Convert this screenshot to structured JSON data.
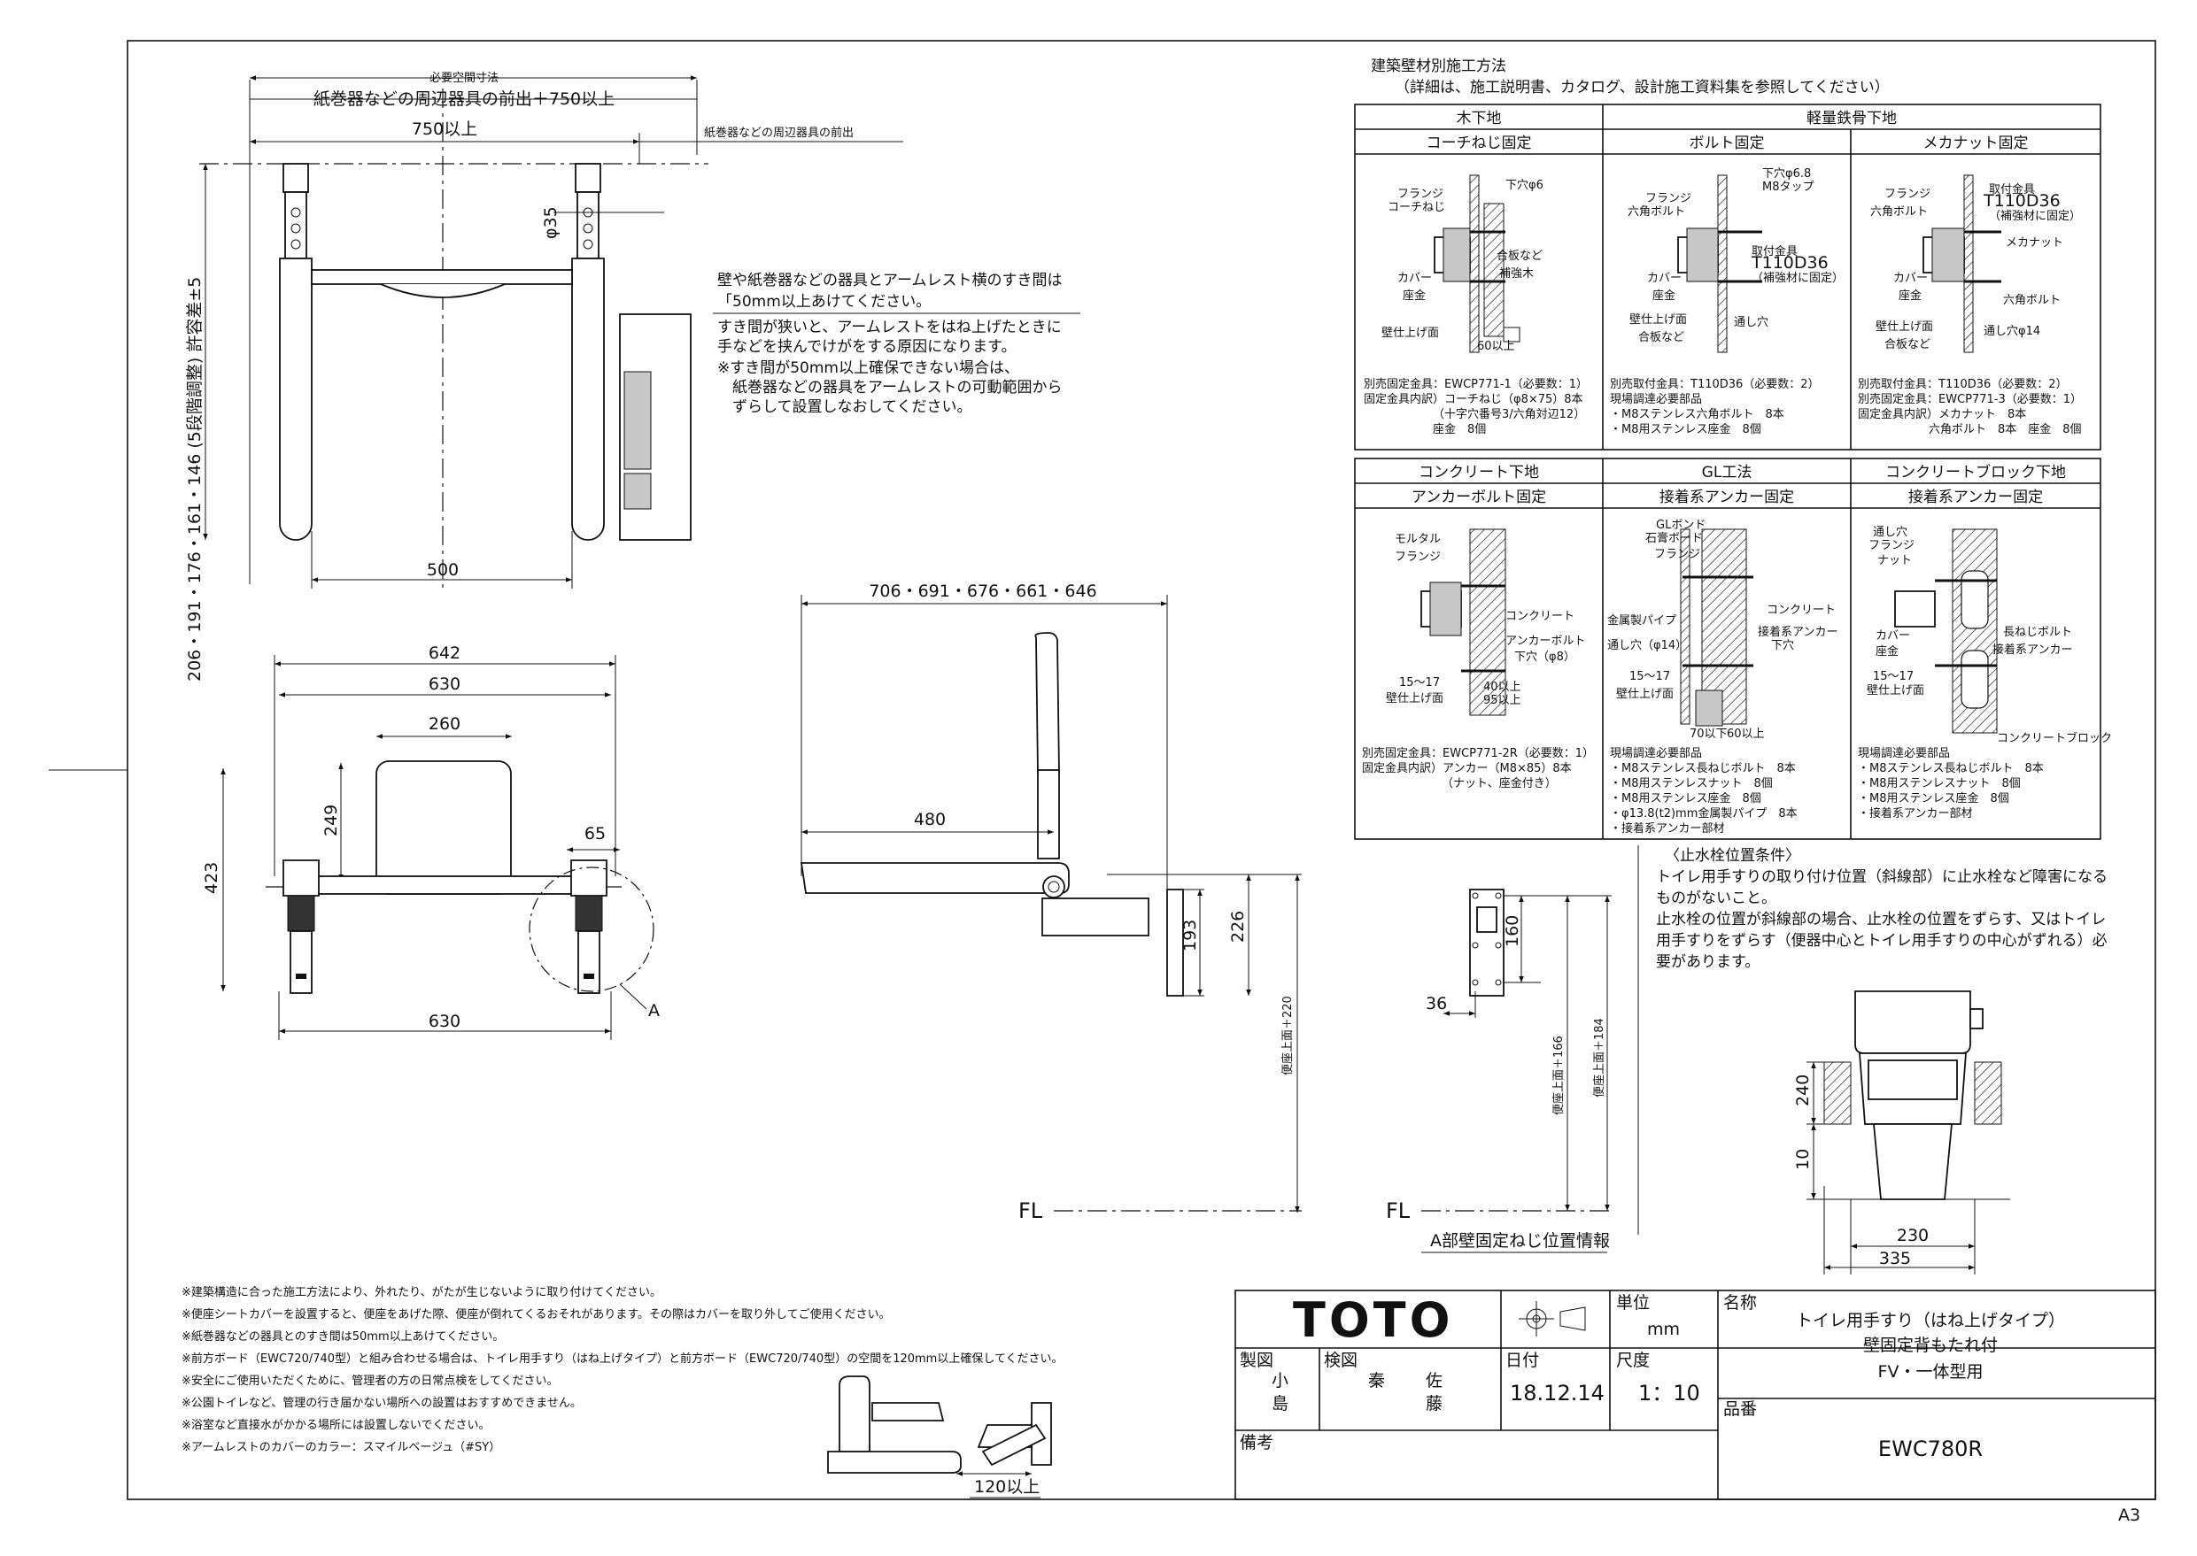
{
  "top_view": {
    "title": "必要空間寸法",
    "clearance_note": "紙巻器などの周辺器具の前出＋750以上",
    "width_750": "750以上",
    "side_note": "紙巻器などの周辺器具の前出",
    "phi": "φ35",
    "height_options": "206・191・176・161・146 (5段階調整) 許容差±5",
    "width_500": "500"
  },
  "gap_notes": [
    "壁や紙巻器などの器具とアームレスト横のすき間は",
    "「50mm以上あけてください。",
    "すき間が狭いと、アームレストをはね上げたときに",
    "手などを挟んでけがをする原因になります。",
    "※すき間が50mm以上確保できない場合は、",
    "　紙巻器などの器具をアームレストの可動範囲から",
    "　ずらして設置しなおしてください。"
  ],
  "front_view": {
    "w642": "642",
    "w630": "630",
    "w260": "260",
    "h249": "249",
    "w65": "65",
    "h423": "423",
    "w630b": "630",
    "marker": "A"
  },
  "side_view": {
    "depth": "706・691・676・661・646",
    "d480": "480",
    "h193": "193",
    "h226": "226",
    "seat220": "便座上面＋220",
    "fl": "FL"
  },
  "detail_a": {
    "h160": "160",
    "w36": "36",
    "seat166": "便座上面＋166",
    "seat184": "便座上面＋184",
    "fl": "FL",
    "caption": "A部壁固定ねじ位置情報"
  },
  "wall_table": {
    "title": "建築壁材別施工方法",
    "subtitle": "（詳細は、施工説明書、カタログ、設計施工資料集を参照してください）",
    "groups": [
      "木下地",
      "軽量鉄骨下地",
      "コンクリート下地",
      "GL工法",
      "コンクリートブロック下地"
    ],
    "methods": [
      "コーチねじ固定",
      "ボルト固定",
      "メカナット固定",
      "アンカーボルト固定",
      "接着系アンカー固定",
      "接着系アンカー固定"
    ],
    "cell1_labels": [
      "フランジ",
      "コーチねじ",
      "下穴φ6",
      "合板など",
      "補強木",
      "カバー",
      "座金",
      "壁仕上げ面",
      "60以上"
    ],
    "cell1_spec": [
      "別売固定金具：EWCP771-1（必要数：1）",
      "固定金具内訳）コーチねじ（φ8×75）8本",
      "（十字穴番号3/六角対辺12）",
      "座金　8個"
    ],
    "cell2_labels": [
      "下穴φ6.8",
      "M8タップ",
      "フランジ",
      "六角ボルト",
      "取付金具",
      "T110D36",
      "（補強材に固定）",
      "カバー",
      "座金",
      "壁仕上げ面",
      "合板など",
      "通し穴"
    ],
    "cell2_spec": [
      "別売取付金具：T110D36（必要数：2）",
      "現場調達必要部品",
      "・M8ステンレス六角ボルト　8本",
      "・M8用ステンレス座金　8個"
    ],
    "cell3_labels": [
      "フランジ",
      "六角ボルト",
      "取付金具",
      "T110D36",
      "（補強材に固定）",
      "メカナット",
      "カバー",
      "座金",
      "六角ボルト",
      "壁仕上げ面",
      "合板など",
      "通し穴φ14"
    ],
    "cell3_spec": [
      "別売取付金具：T110D36（必要数：2）",
      "別売固定金具：EWCP771-3（必要数：1）",
      "固定金具内訳）メカナット　8本",
      "六角ボルト　8本　座金　8個"
    ],
    "cell4_labels": [
      "モルタル",
      "フランジ",
      "コンクリート",
      "アンカーボルト",
      "下穴（φ8）",
      "15～17",
      "壁仕上げ面",
      "40以上",
      "95以上"
    ],
    "cell4_spec": [
      "別売固定金具：EWCP771-2R（必要数：1）",
      "固定金具内訳）アンカー（M8×85）8本",
      "（ナット、座金付き）"
    ],
    "cell5_labels": [
      "GLボンド",
      "石膏ボード",
      "フランジ",
      "コンクリート",
      "金属製パイプ",
      "接着系アンカー",
      "通し穴（φ14）",
      "下穴",
      "15～17",
      "壁仕上げ面",
      "70以下",
      "60以上"
    ],
    "cell5_spec": [
      "現場調達必要部品",
      "・M8ステンレス長ねじボルト　8本",
      "・M8用ステンレスナット　8個",
      "・M8用ステンレス座金　8個",
      "・φ13.8(t2)mm金属製パイプ　8本",
      "・接着系アンカー部材"
    ],
    "cell6_labels": [
      "通し穴",
      "フランジ",
      "ナット",
      "長ねじボルト",
      "接着系アンカー",
      "カバー",
      "座金",
      "15～17",
      "壁仕上げ面",
      "コンクリートブロック"
    ],
    "cell6_spec": [
      "現場調達必要部品",
      "・M8ステンレス長ねじボルト　8本",
      "・M8用ステンレスナット　8個",
      "・M8用ステンレス座金　8個",
      "・接着系アンカー部材"
    ]
  },
  "faucet": {
    "title": "〈止水栓位置条件〉",
    "lines": [
      "トイレ用手すりの取り付け位置（斜線部）に止水栓など障害になる",
      "ものがないこと。",
      "止水栓の位置が斜線部の場合、止水栓の位置をずらす、又はトイレ",
      "用手すりをずらす（便器中心とトイレ用手すりの中心がずれる）必",
      "要があります。"
    ],
    "h240": "240",
    "h10": "10",
    "w230": "230",
    "w335": "335"
  },
  "notes": [
    "※建築構造に合った施工方法により、外れたり、がたが生じないように取り付けてください。",
    "※便座シートカバーを設置すると、便座をあげた際、便座が倒れてくるおそれがあります。その際はカバーを取り外してご使用ください。",
    "※紙巻器などの器具とのすき間は50mm以上あけてください。",
    "※前方ボード（EWC720/740型）と組み合わせる場合は、トイレ用手すり（はね上げタイプ）と前方ボード（EWC720/740型）の空間を120mm以上確保してください。",
    "※安全にご使用いただくために、管理者の方の日常点検をしてください。",
    "※公園トイレなど、管理の行き届かない場所への設置はおすすめできません。",
    "※浴室など直接水がかかる場所には設置しないでください。",
    "※アームレストのカバーのカラー：スマイルベージュ（#SY）"
  ],
  "combo_label": "120以上",
  "title_block": {
    "brand": "TOTO",
    "unit_label": "単位",
    "unit": "mm",
    "name_label": "名称",
    "name_lines": [
      "トイレ用手すり（はね上げタイプ）",
      "壁固定背もたれ付",
      "FV・一体型用"
    ],
    "drawn_label": "製図",
    "drawn_by": [
      "小",
      "島"
    ],
    "check_label": "検図",
    "check_by": [
      "秦",
      "佐",
      "藤"
    ],
    "date_label": "日付",
    "date": "18.12.14",
    "scale_label": "尺度",
    "scale": "1：10",
    "code_label": "品番",
    "code": "EWC780R",
    "remarks_label": "備考"
  },
  "paper": "A3"
}
